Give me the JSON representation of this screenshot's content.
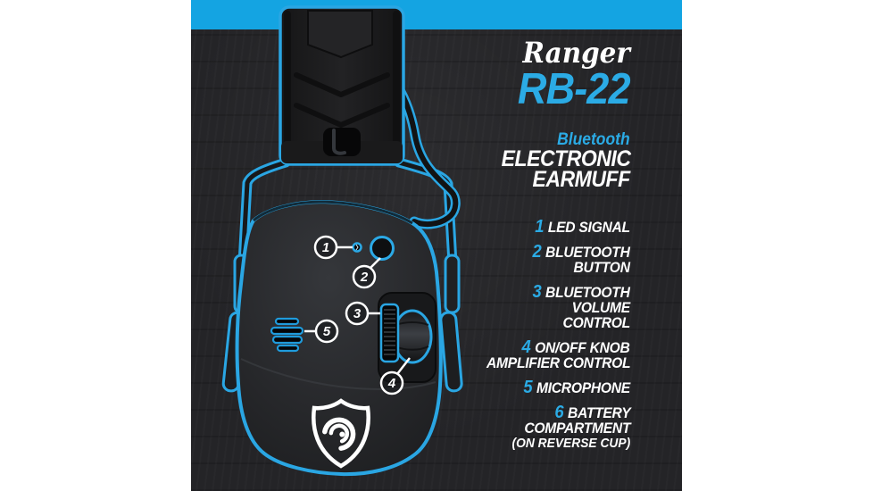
{
  "colors": {
    "accent": "#14a4e2",
    "text_blue": "#2babe5",
    "background": "#242427",
    "text": "#ffffff"
  },
  "header": {
    "brand": "Ranger",
    "model": "RB-22"
  },
  "product": {
    "tag": "Bluetooth",
    "type_line1": "ELECTRONIC",
    "type_line2": "EARMUFF"
  },
  "features": {
    "items": [
      {
        "num": "1",
        "lines": [
          "LED SIGNAL"
        ]
      },
      {
        "num": "2",
        "lines": [
          "BLUETOOTH",
          "BUTTON"
        ]
      },
      {
        "num": "3",
        "lines": [
          "BLUETOOTH",
          "VOLUME",
          "CONTROL"
        ]
      },
      {
        "num": "4",
        "lines": [
          "ON/OFF KNOB",
          "AMPLIFIER CONTROL"
        ]
      },
      {
        "num": "5",
        "lines": [
          "MICROPHONE"
        ]
      },
      {
        "num": "6",
        "lines": [
          "BATTERY",
          "COMPARTMENT"
        ],
        "note": "(ON REVERSE CUP)"
      }
    ]
  },
  "callouts": {
    "led": "1",
    "bluetooth_button": "2",
    "volume": "3",
    "knob": "4",
    "microphone": "5"
  }
}
